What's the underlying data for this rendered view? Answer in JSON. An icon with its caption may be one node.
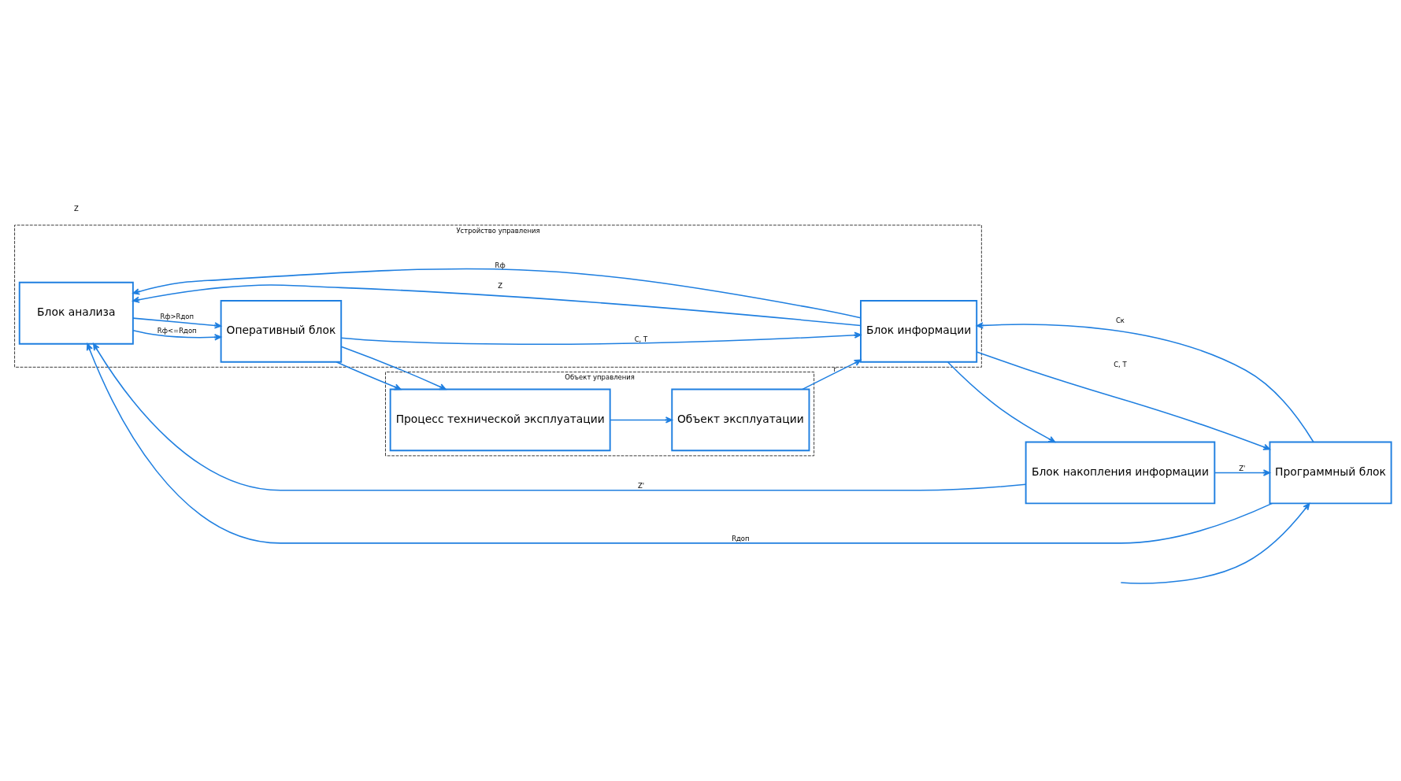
{
  "diagram": {
    "nodes": [
      {
        "text": [
          "Устройство управления"
        ]
      },
      {
        "text": [
          "Объект управления"
        ]
      },
      {
        "text": [
          "Программный блок"
        ]
      },
      {
        "text": [
          "Блок анализа"
        ],
        "in": 0
      },
      {
        "text": [
          "Оперативный блок"
        ],
        "in": 0
      },
      {
        "text": [
          "Процесс технической эксплуатации"
        ],
        "in": 1
      },
      {
        "text": [
          "Блок накопления информации"
        ]
      },
      {
        "text": [
          "Блок информации"
        ],
        "in": 0
      },
      {
        "text": [
          "Объект эксплуатации"
        ],
        "in": 1
      }
    ],
    "edges": [
      {
        "from": null,
        "to": 2,
        "arrow": "to"
      },
      {
        "from": 2,
        "to": 3,
        "arrow": "to",
        "label": "Rдоп"
      },
      {
        "from": 3,
        "to": 4,
        "arrow": "to",
        "label": "Rф<=Rдоп"
      },
      {
        "from": 3,
        "to": 4,
        "arrow": "to",
        "label": "Rф>Rдоп"
      },
      {
        "from": 4,
        "to": 5,
        "arrow": "to"
      },
      {
        "from": 4,
        "to": 5,
        "arrow": "to"
      },
      {
        "from": 5,
        "to": 8,
        "arrow": "to"
      },
      {
        "from": 6,
        "to": 2,
        "arrow": "to",
        "label": "Z'"
      },
      {
        "from": 6,
        "to": 3,
        "arrow": "to",
        "label": "Z'"
      },
      {
        "from": 7,
        "to": 3,
        "arrow": "to",
        "label": "Z"
      },
      {
        "from": 7,
        "to": 3,
        "arrow": "to",
        "label": "Rф"
      },
      {
        "from": 4,
        "to": 7,
        "arrow": "to",
        "label": "С, Т"
      },
      {
        "from": 8,
        "to": 7,
        "arrow": "to",
        "label": "r"
      },
      {
        "from": 7,
        "to": 6,
        "arrow": "to"
      },
      {
        "from": 2,
        "to": 7,
        "arrow": "to",
        "label": "Ск"
      },
      {
        "from": 7,
        "to": 2,
        "arrow": "to",
        "label": "С, Т"
      }
    ],
    "labels": [
      "Z"
    ]
  }
}
